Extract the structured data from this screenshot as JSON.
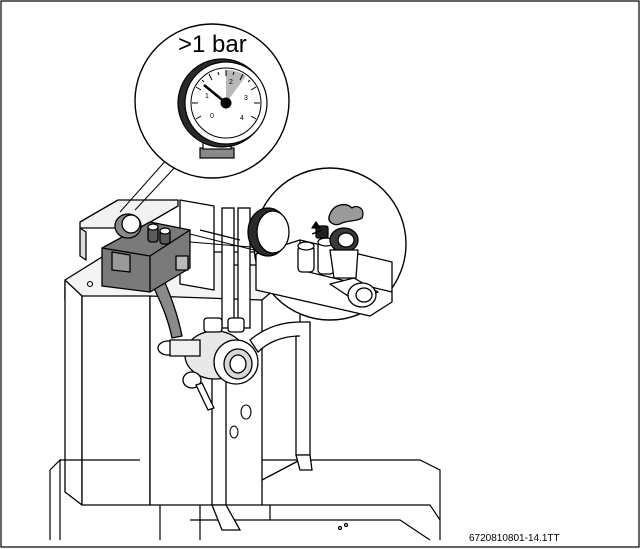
{
  "figure": {
    "pressure_callout": ">1 bar",
    "figure_id": "6720810801-14.1TT",
    "gauge_ticks": [
      "0",
      "1",
      "2",
      "3",
      "4"
    ]
  },
  "colors": {
    "line": "#000000",
    "background": "#ffffff",
    "panel_light": "#efefef",
    "component_dark": "#7a7a7a",
    "component_mid": "#9a9a9a",
    "pipe_fill": "#ffffff",
    "gauge_marker": "#b8b8b8"
  },
  "icons": [
    "pressure-gauge-icon",
    "safety-valve-icon",
    "pump-icon"
  ]
}
